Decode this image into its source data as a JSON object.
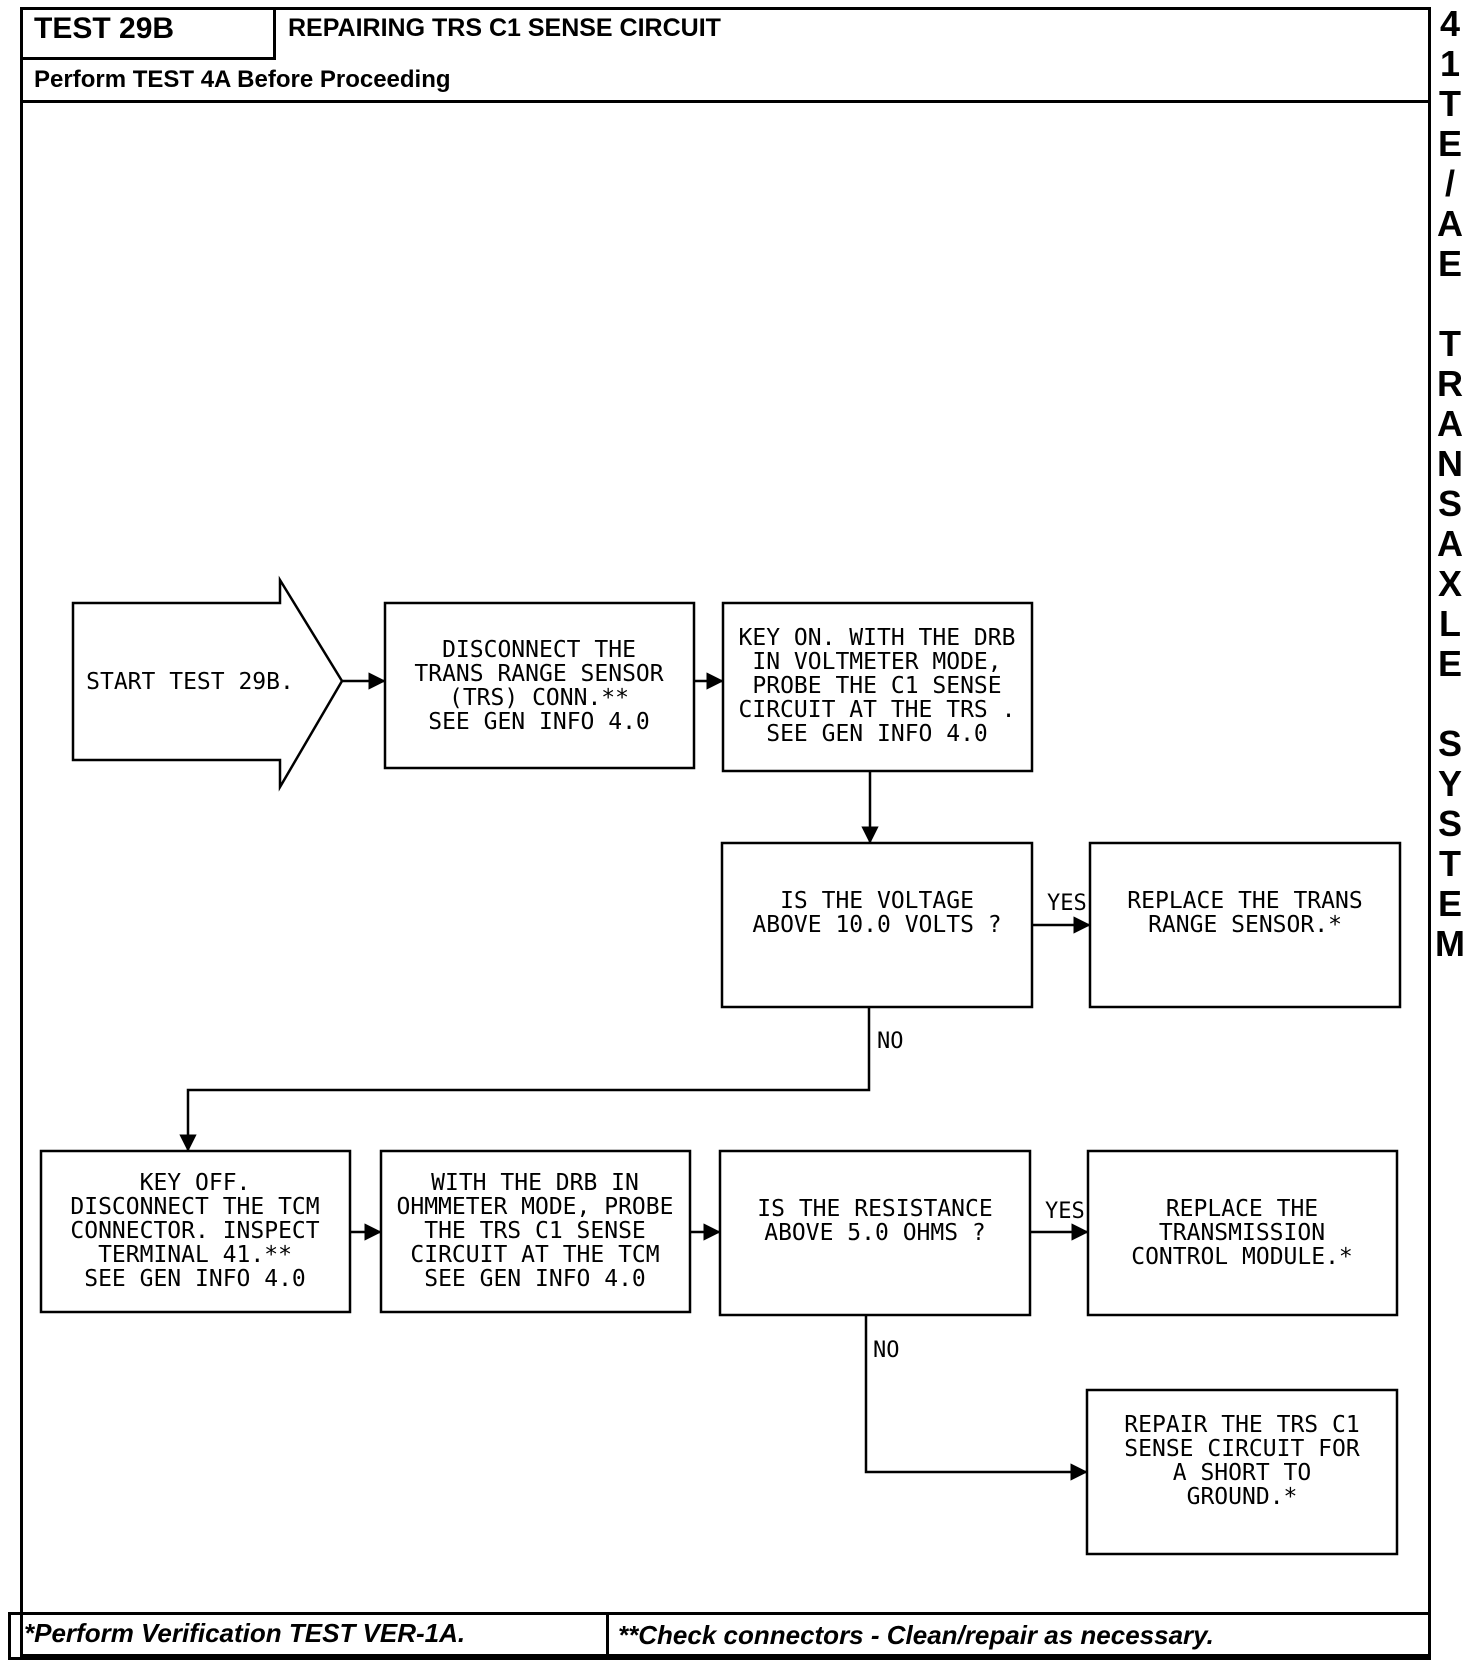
{
  "header": {
    "test_id": "TEST 29B",
    "title": "REPAIRING TRS C1 SENSE CIRCUIT",
    "prerequisite": "Perform TEST 4A Before Proceeding"
  },
  "side_title": [
    "4",
    "1",
    "T",
    "E",
    "/",
    "A",
    "E",
    "",
    "T",
    "R",
    "A",
    "N",
    "S",
    "A",
    "X",
    "L",
    "E",
    "",
    "S",
    "Y",
    "S",
    "T",
    "E",
    "M"
  ],
  "flowchart": {
    "start": [
      "START TEST 29B."
    ],
    "step1": [
      "DISCONNECT THE",
      "TRANS RANGE SENSOR",
      "(TRS) CONN.**",
      "SEE GEN INFO 4.0"
    ],
    "step2": [
      "KEY ON. WITH THE DRB",
      "IN VOLTMETER MODE,",
      "PROBE THE C1 SENSE",
      "CIRCUIT AT THE TRS .",
      "SEE GEN INFO 4.0"
    ],
    "question1": [
      "IS THE VOLTAGE",
      "ABOVE 10.0 VOLTS ?"
    ],
    "result1": [
      "REPLACE THE TRANS",
      "RANGE SENSOR.*"
    ],
    "step3": [
      "KEY OFF.",
      "DISCONNECT THE TCM",
      "CONNECTOR. INSPECT",
      "TERMINAL 41.**",
      "SEE GEN INFO 4.0"
    ],
    "step4": [
      "WITH THE DRB IN",
      "OHMMETER MODE, PROBE",
      "THE TRS C1 SENSE",
      "CIRCUIT AT THE TCM",
      "SEE GEN INFO 4.0"
    ],
    "question2": [
      "IS THE RESISTANCE",
      "ABOVE 5.0 OHMS ?"
    ],
    "result2": [
      "REPLACE THE",
      "TRANSMISSION",
      "CONTROL MODULE.*"
    ],
    "result3": [
      "REPAIR THE TRS C1",
      "SENSE CIRCUIT FOR",
      "A SHORT TO",
      "GROUND.*"
    ],
    "yes_label": "YES",
    "no_label": "NO"
  },
  "footer": {
    "note1": "*Perform Verification TEST VER-1A.",
    "note2": "**Check connectors - Clean/repair as necessary."
  }
}
